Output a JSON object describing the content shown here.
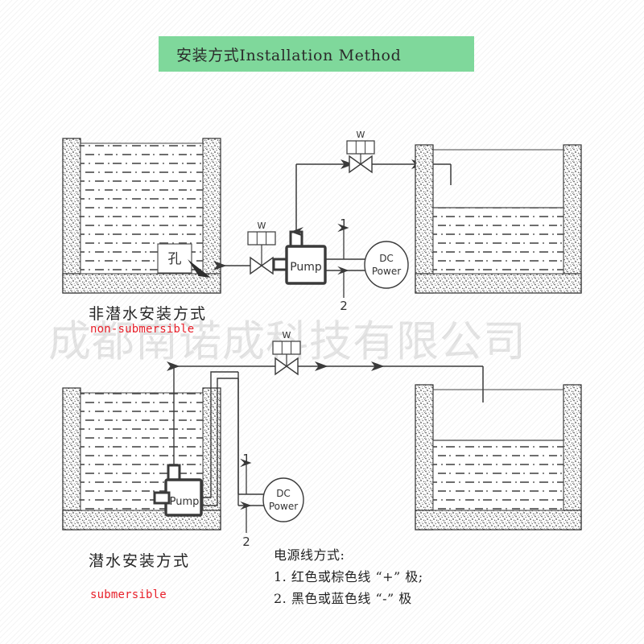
{
  "title": {
    "text": "安装方式Installation Method",
    "banner_color": "#7fd89b"
  },
  "watermark": {
    "text": "成都南诺成科技有限公司"
  },
  "diagrams": [
    {
      "id": "non-submersible",
      "caption_cn": "非潜水安装方式",
      "caption_en": "non-submersible",
      "source_tank": {
        "hole_label": "孔"
      },
      "pump_label": "Pump",
      "power_label_line1": "DC",
      "power_label_line2": "Power",
      "valve_label": "W",
      "wire_labels": [
        "1",
        "2"
      ]
    },
    {
      "id": "submersible",
      "caption_cn": "潜水安装方式",
      "caption_en": "submersible",
      "pump_label": "Pump",
      "power_label_line1": "DC",
      "power_label_line2": "Power",
      "valve_label": "W",
      "wire_labels": [
        "1",
        "2"
      ]
    }
  ],
  "legend": {
    "heading": "电源线方式:",
    "items": [
      "1. 红色或棕色线 “+” 极;",
      "2. 黑色或蓝色线 “-” 极"
    ]
  }
}
